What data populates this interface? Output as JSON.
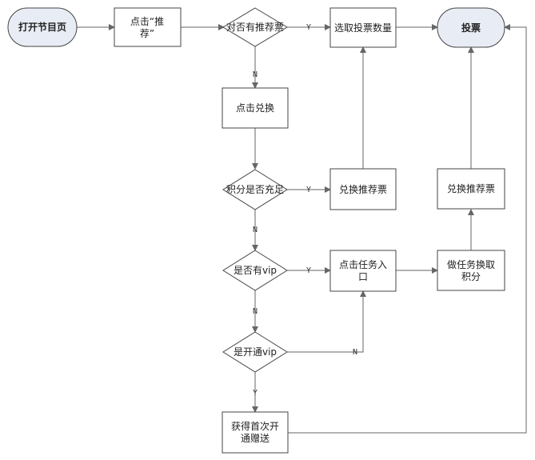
{
  "colors": {
    "terminal_fill": "#e8edf5",
    "box_fill": "#ffffff",
    "stroke": "#444444",
    "edge": "#666666",
    "highlight_text": "#e8b400"
  },
  "nodes": {
    "open_page": "打开节目页",
    "tap_recommend": [
      "点击“推",
      "荐”"
    ],
    "has_ticket": "对否有推荐票",
    "select_count": "选取投票数量",
    "vote": "投票",
    "tap_exchange": "点击兑换",
    "points_enough": "积分是否充足",
    "exchange_ticket_1": "兑换推荐票",
    "exchange_ticket_2": "兑换推荐票",
    "has_vip": "是否有vip",
    "task_entry": [
      "点击任务入",
      "口"
    ],
    "do_task": [
      "做任务换取",
      "积分"
    ],
    "opened_vip": "是开通vip",
    "first_gift": [
      "获得首次开",
      "通赠送"
    ]
  },
  "edge_labels": {
    "yes": "Y",
    "no": "N"
  }
}
